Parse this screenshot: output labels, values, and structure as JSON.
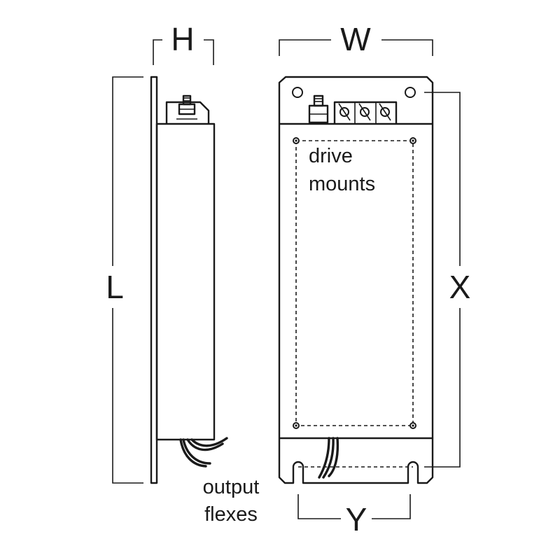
{
  "dimensions": {
    "height": "H",
    "width": "W",
    "length": "L",
    "hole_vertical_pitch": "X",
    "hole_horizontal_pitch": "Y"
  },
  "annotations": {
    "drive_mounts_line1": "drive",
    "drive_mounts_line2": "mounts",
    "output_flexes_line1": "output",
    "output_flexes_line2": "flexes"
  }
}
